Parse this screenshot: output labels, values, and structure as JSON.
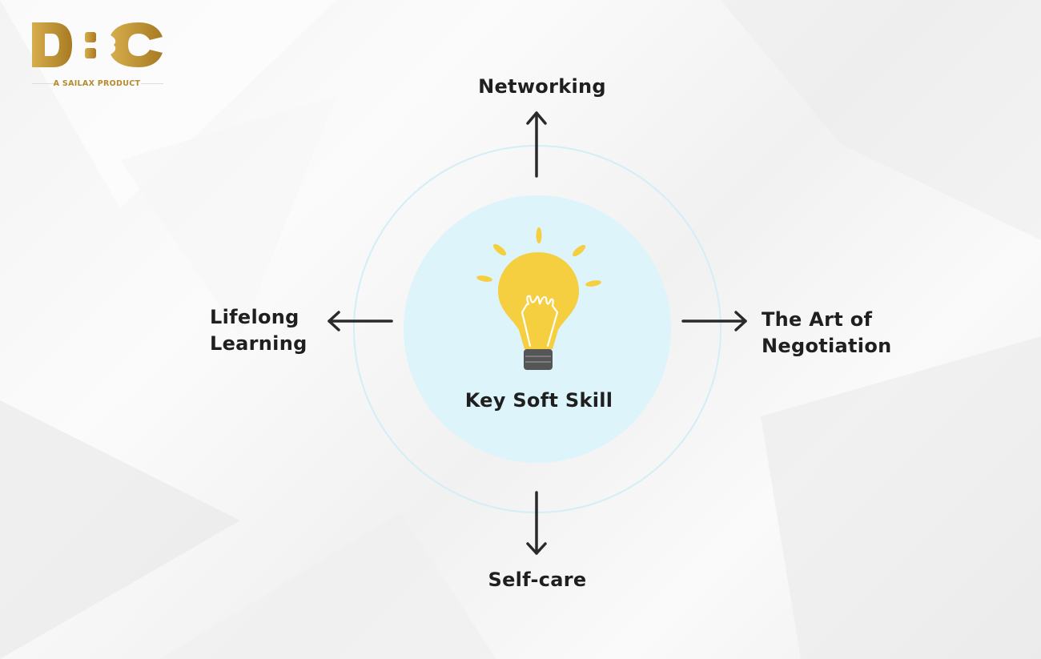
{
  "logo": {
    "letters": "DBC",
    "tagline": "A SAILAX PRODUCT"
  },
  "center": {
    "label": "Key Soft Skill",
    "icon": "lightbulb-icon"
  },
  "branches": {
    "top": "Networking",
    "left_line1": "Lifelong",
    "left_line2": "Learning",
    "right_line1": "The Art of",
    "right_line2": "Negotiation",
    "bottom": "Self-care"
  },
  "colors": {
    "gold": "#c59a3a",
    "inner_circle": "#dcf4fa",
    "outer_ring": "#d3eef6",
    "bulb": "#f5cf3f",
    "text": "#1f1f1f"
  }
}
